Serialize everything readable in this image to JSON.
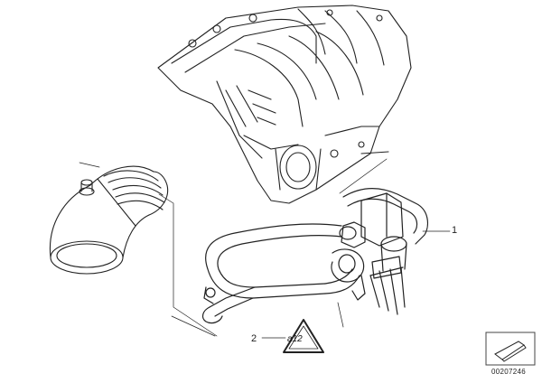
{
  "callouts": {
    "part_1": "1",
    "part_2": "2"
  },
  "warning_label": "a12",
  "part_number": "00207246",
  "icons": [
    "intake-manifold",
    "air-intake-boot",
    "vent-hose-assembly",
    "valve",
    "warning-triangle-icon",
    "part-reference-icon"
  ]
}
